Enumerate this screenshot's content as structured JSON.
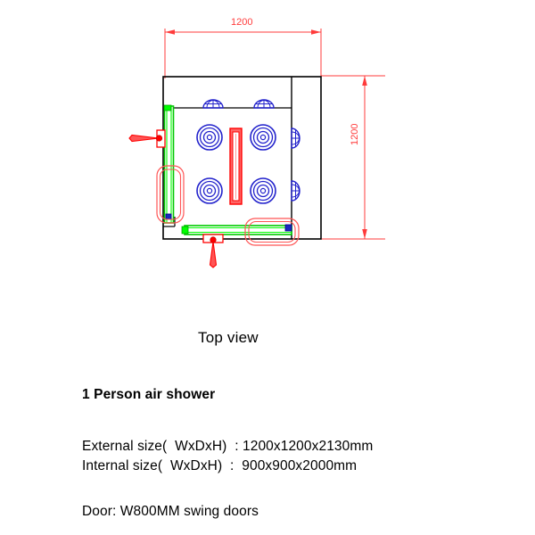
{
  "drawing": {
    "view_caption": "Top view",
    "dimensions": {
      "top": {
        "value": "1200",
        "unit_implied": "mm",
        "orientation": "horizontal"
      },
      "right": {
        "value": "1200",
        "unit_implied": "mm",
        "orientation": "vertical"
      }
    },
    "colors": {
      "outline": "#000000",
      "dimension": "#FF3B3B",
      "door_panel": "#00C800",
      "door_panel_bright": "#00FF00",
      "nozzle": "#2222CC",
      "light_fixture": "#FF0000",
      "hinge": "#0000AA",
      "background": "#FFFFFF"
    },
    "components": {
      "outer_cabinet_label": "outer-cabinet",
      "inner_chamber_label": "inner-chamber",
      "nozzle_count_floor": 4,
      "nozzle_count_top_wall": 2,
      "nozzle_count_right_wall": 2,
      "door_count": 2,
      "handle_count": 2,
      "light_fixture_count": 1
    }
  },
  "specs": {
    "title": "1 Person air shower",
    "external_size": "External size(  WxDxH)  : 1200x1200x2130mm",
    "internal_size": "Internal size(  WxDxH)  :  900x900x2000mm",
    "door": "Door: W800MM swing doors"
  }
}
